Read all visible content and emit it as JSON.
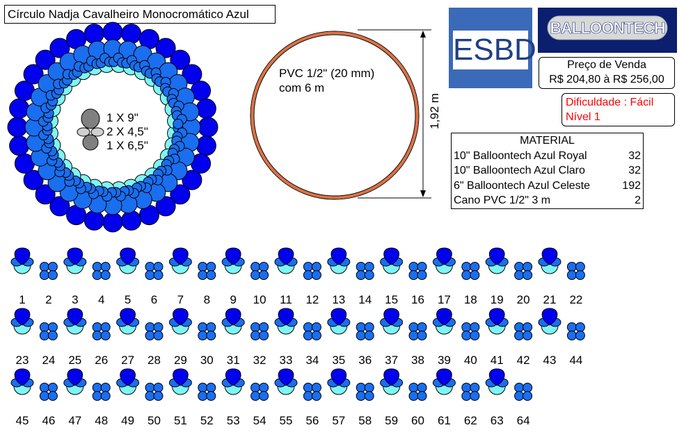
{
  "title": "Círculo Nadja Cavalheiro Monocromático Azul",
  "ring_legend": [
    "1 X 9\"",
    "2 X 4,5\"",
    "1 X 6,5\""
  ],
  "pvc": {
    "line1": "PVC 1/2\" (20 mm)",
    "line2": "com 6 m",
    "dimension": "1,92 m"
  },
  "esbd_logo_text": "ESBD",
  "balloontech_logo_text": "BALLOONTECH",
  "price": {
    "label": "Preço de Venda",
    "value": "R$ 204,80 à R$ 256,00"
  },
  "difficulty": {
    "line1": "Dificuldade : Fácil",
    "line2": "Nível 1"
  },
  "material": {
    "header": "MATERIAL",
    "items": [
      {
        "name": "10\" Balloontech Azul Royal",
        "qty": "32"
      },
      {
        "name": "10\" Balloontech Azul Claro",
        "qty": "32"
      },
      {
        "name": "6\" Balloontech Azul Celeste",
        "qty": "192"
      },
      {
        "name": "Cano PVC 1/2\" 3 m",
        "qty": "2"
      }
    ]
  },
  "sequence_labels": [
    "1",
    "2",
    "3",
    "4",
    "5",
    "6",
    "7",
    "8",
    "9",
    "10",
    "11",
    "12",
    "13",
    "14",
    "15",
    "16",
    "17",
    "18",
    "19",
    "20",
    "21",
    "22",
    "23",
    "24",
    "25",
    "26",
    "27",
    "28",
    "29",
    "30",
    "31",
    "32",
    "33",
    "34",
    "35",
    "36",
    "37",
    "38",
    "39",
    "40",
    "41",
    "42",
    "43",
    "44",
    "45",
    "46",
    "47",
    "48",
    "49",
    "50",
    "51",
    "52",
    "53",
    "54",
    "55",
    "56",
    "57",
    "58",
    "59",
    "60",
    "61",
    "62",
    "63",
    "64"
  ],
  "colors": {
    "royal": "#0000ee",
    "claro": "#1a6ef0",
    "celeste": "#7ff4f4",
    "pvc": "#e07040",
    "esbd_blue": "#3a6ab8",
    "bt_navy": "#0b1f6e"
  }
}
